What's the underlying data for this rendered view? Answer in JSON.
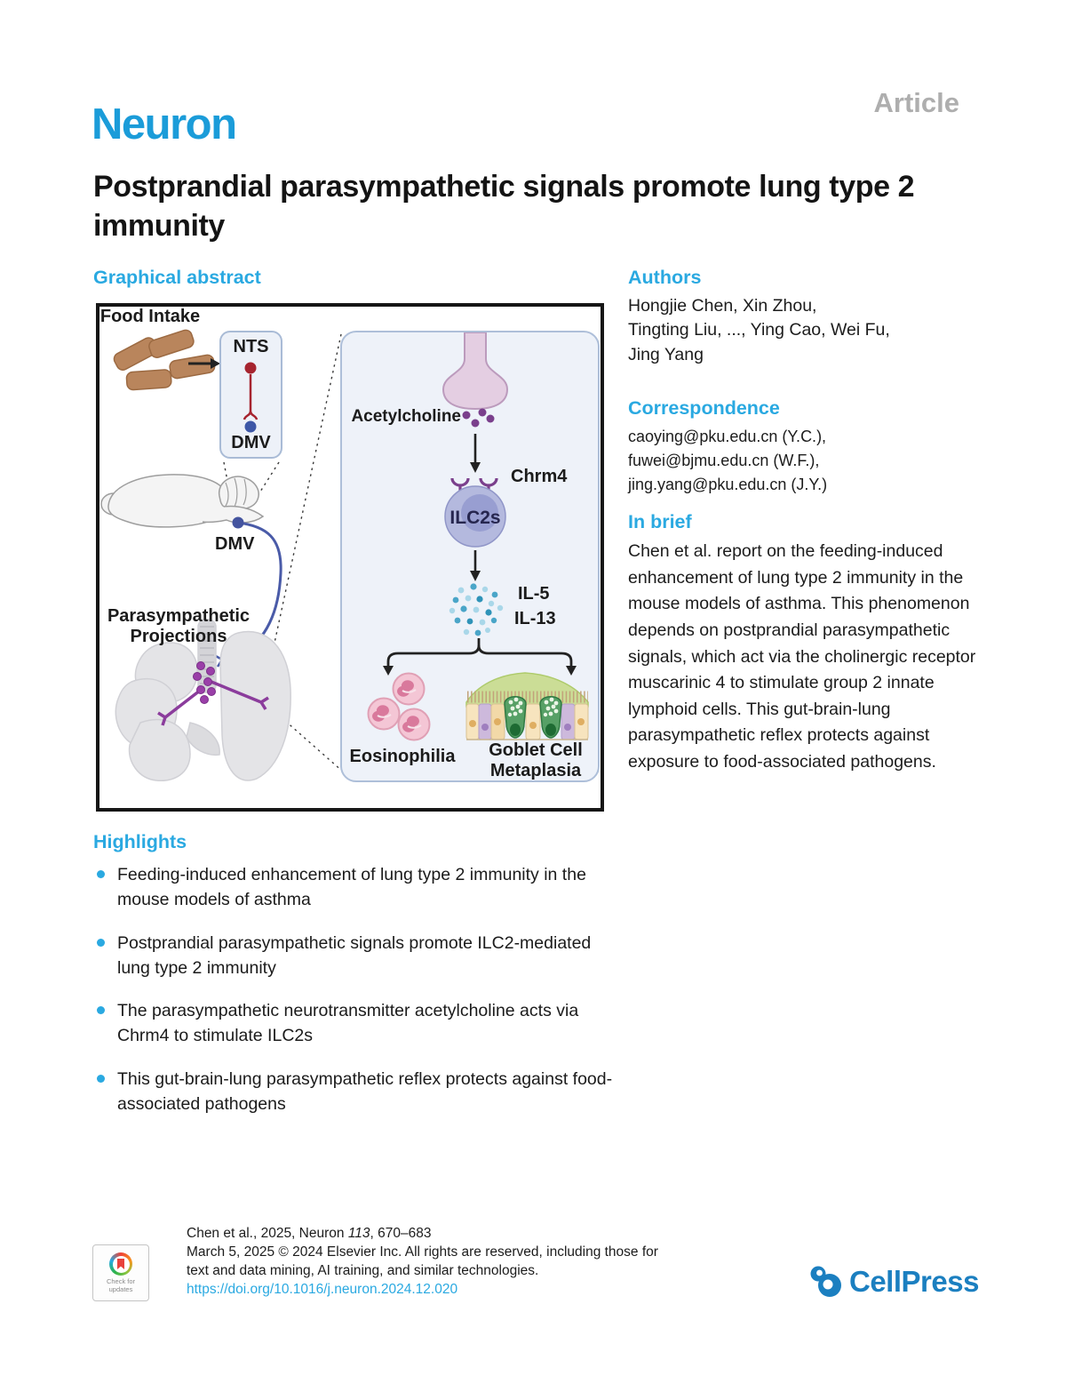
{
  "page": {
    "journal": "Neuron",
    "article_type": "Article",
    "title": "Postprandial parasympathetic signals promote lung type 2 immunity"
  },
  "colors": {
    "accent_blue": "#2aa9e1",
    "journal_logo_blue": "#1b9cd9",
    "cellpress_blue": "#1b7fc0",
    "article_type_gray": "#aeaeae",
    "highlight_bullet_blue": "#2aa9e1"
  },
  "graphical_abstract": {
    "heading": "Graphical abstract",
    "labels": {
      "food_intake": "Food Intake",
      "nts": "NTS",
      "dmv_box": "DMV",
      "dmv_brain": "DMV",
      "parasympathetic": "Parasympathetic\nProjections",
      "acetylcholine": "Acetylcholine",
      "chrm4": "Chrm4",
      "ilc2s": "ILC2s",
      "il5": "IL-5",
      "il13": "IL-13",
      "eosinophilia": "Eosinophilia",
      "goblet": "Goblet Cell\nMetaplasia"
    }
  },
  "authors": {
    "heading": "Authors",
    "names": "Hongjie Chen, Xin Zhou,\nTingting Liu, ..., Ying Cao, Wei Fu,\nJing Yang"
  },
  "correspondence": {
    "heading": "Correspondence",
    "emails": "caoying@pku.edu.cn (Y.C.),\nfuwei@bjmu.edu.cn (W.F.),\njing.yang@pku.edu.cn (J.Y.)"
  },
  "in_brief": {
    "heading": "In brief",
    "text": "Chen et al. report on the feeding-induced enhancement of lung type 2 immunity in the mouse models of asthma. This phenomenon depends on postprandial parasympathetic signals, which act via the cholinergic receptor muscarinic 4 to stimulate group 2 innate lymphoid cells. This gut-brain-lung parasympathetic reflex protects against exposure to food-associated pathogens."
  },
  "highlights": {
    "heading": "Highlights",
    "items": [
      "Feeding-induced enhancement of lung type 2 immunity in the mouse models of asthma",
      "Postprandial parasympathetic signals promote ILC2-mediated lung type 2 immunity",
      "The parasympathetic neurotransmitter acetylcholine acts via Chrm4 to stimulate ILC2s",
      "This gut-brain-lung parasympathetic reflex protects against food-associated pathogens"
    ]
  },
  "footer": {
    "citation_line1_pre": "Chen et al., 2025, Neuron ",
    "citation_volume": "113",
    "citation_line1_post": ", 670–683",
    "line2": "March 5, 2025 © 2024 Elsevier Inc. All rights are reserved, including those for",
    "line3": "text and data mining, AI training, and similar technologies.",
    "doi": "https://doi.org/10.1016/j.neuron.2024.12.020",
    "badge_text": "Check for\nupdates",
    "publisher": "CellPress"
  }
}
